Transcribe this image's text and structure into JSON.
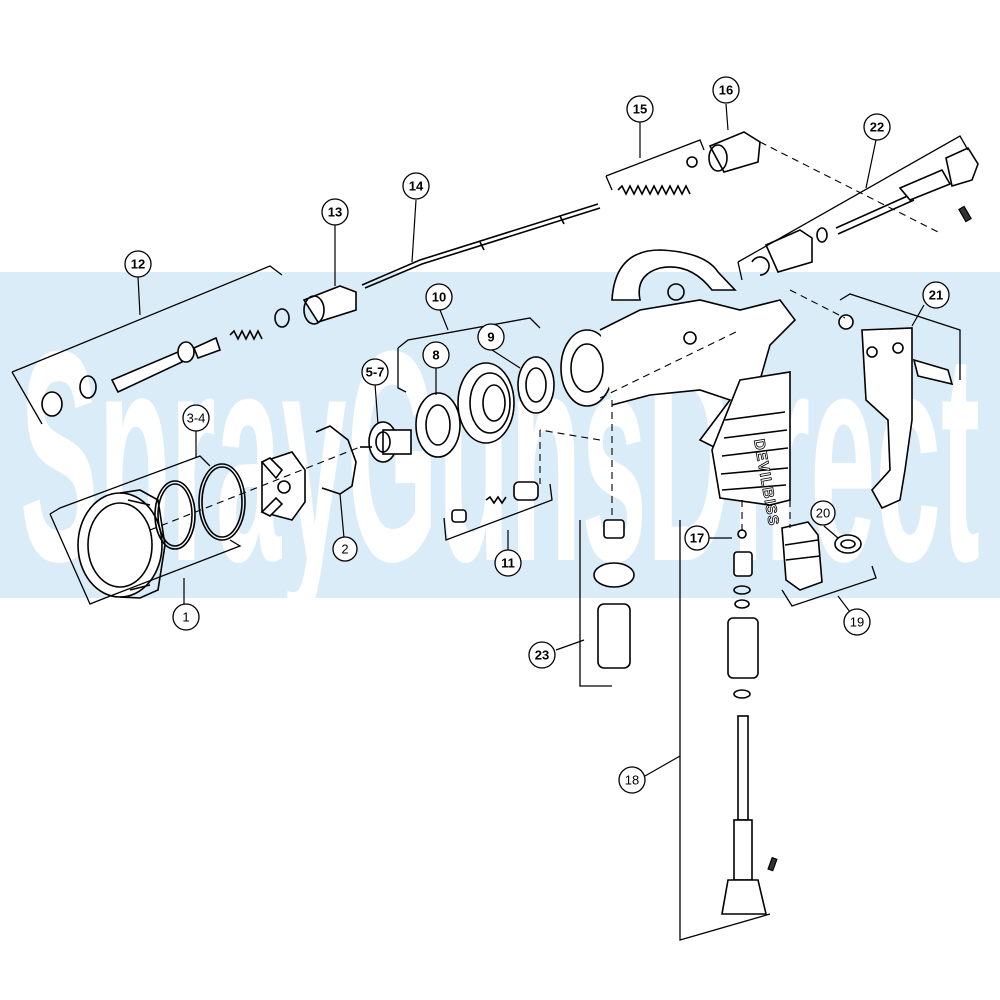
{
  "watermark": {
    "text": "SprayGunsDirect",
    "band_color": "#d9ecf7"
  },
  "brand_mark": "DEVILBISS",
  "callouts": [
    {
      "id": "c1",
      "label": "1",
      "bold": false
    },
    {
      "id": "c2",
      "label": "2",
      "bold": false
    },
    {
      "id": "c3-4",
      "label": "3-4",
      "bold": false
    },
    {
      "id": "c5-7",
      "label": "5-7",
      "bold": true
    },
    {
      "id": "c8",
      "label": "8",
      "bold": true
    },
    {
      "id": "c9",
      "label": "9",
      "bold": true
    },
    {
      "id": "c10",
      "label": "10",
      "bold": true
    },
    {
      "id": "c11",
      "label": "11",
      "bold": true
    },
    {
      "id": "c12",
      "label": "12",
      "bold": true
    },
    {
      "id": "c13",
      "label": "13",
      "bold": true
    },
    {
      "id": "c14",
      "label": "14",
      "bold": true
    },
    {
      "id": "c15",
      "label": "15",
      "bold": true
    },
    {
      "id": "c16",
      "label": "16",
      "bold": true
    },
    {
      "id": "c17",
      "label": "17",
      "bold": true
    },
    {
      "id": "c18",
      "label": "18",
      "bold": false
    },
    {
      "id": "c19",
      "label": "19",
      "bold": false
    },
    {
      "id": "c20",
      "label": "20",
      "bold": false
    },
    {
      "id": "c21",
      "label": "21",
      "bold": true
    },
    {
      "id": "c22",
      "label": "22",
      "bold": true
    },
    {
      "id": "c23",
      "label": "23",
      "bold": true
    }
  ]
}
